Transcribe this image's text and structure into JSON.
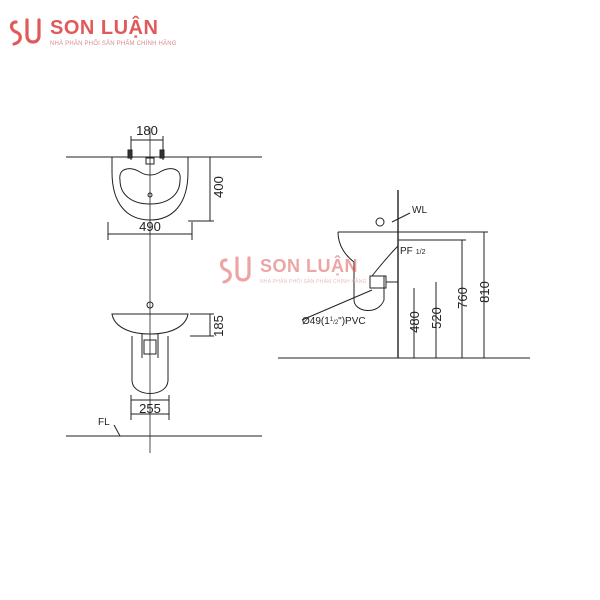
{
  "brand": {
    "name": "SON LUẬN",
    "tagline": "NHÀ PHÂN PHỐI SẢN PHẨM CHÍNH HÃNG",
    "color": "#e05a5a"
  },
  "watermark": {
    "name": "SON LUẬN",
    "tagline": "NHÀ PHÂN PHỐI SẢN PHẨM CHÍNH HÃNG"
  },
  "top_view": {
    "width_label": "490",
    "tap_spacing_label": "180",
    "depth_label": "400"
  },
  "front_view": {
    "basin_height_label": "185",
    "pedestal_width_label": "255",
    "floor_label": "FL"
  },
  "side_view": {
    "wall_label": "WL",
    "pf_label": "PF",
    "pf_size": "1/2",
    "drain_label_prefix": "Ø49(1",
    "drain_label_fraction_num": "1",
    "drain_label_fraction_den": "2",
    "drain_label_suffix": "\")PVC",
    "heights": [
      "480",
      "520",
      "760",
      "810"
    ]
  }
}
